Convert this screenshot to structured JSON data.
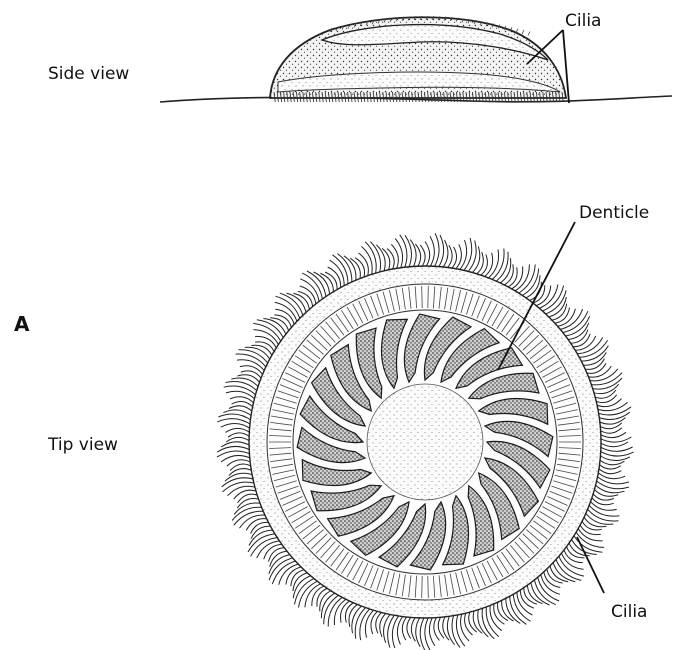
{
  "figure": {
    "panel_letter": "A",
    "views": {
      "side": {
        "label": "Side view"
      },
      "tip": {
        "label": "Tip view"
      }
    },
    "annotations": {
      "cilia_side": "Cilia",
      "denticle": "Denticle",
      "cilia_tip": "Cilia"
    }
  }
}
